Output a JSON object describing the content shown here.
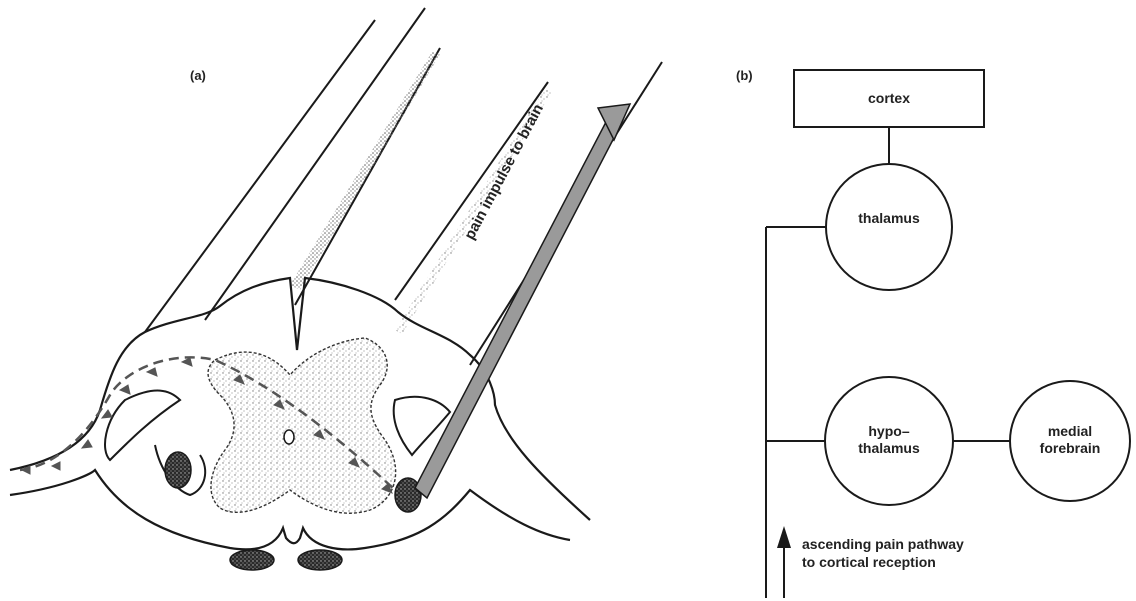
{
  "panel_a": {
    "label": "(a)",
    "arrow_label": "pain impulse to brain"
  },
  "panel_b": {
    "label": "(b)",
    "nodes": {
      "cortex": "cortex",
      "thalamus": "thalamus",
      "hypothalamus_line1": "hypo–",
      "hypothalamus_line2": "thalamus",
      "forebrain_line1": "medial",
      "forebrain_line2": "forebrain"
    },
    "pathway_line1": "ascending pain pathway",
    "pathway_line2": "to cortical reception"
  },
  "colors": {
    "ink": "#1a1a1a",
    "stipple": "#8a8a8a",
    "dark_nucleus": "#2a2a2a",
    "arrow_fill": "#9a9a9a"
  }
}
